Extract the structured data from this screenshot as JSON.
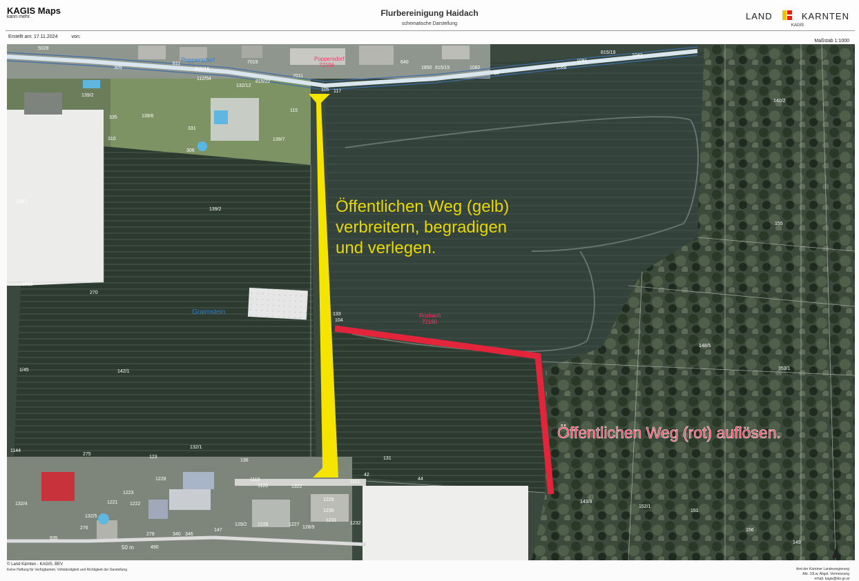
{
  "header": {
    "brand": "KAGIS Maps",
    "brand_sub": "kann mehr.",
    "title": "Flurbereinigung Haidach",
    "subtitle": "schematische Darstellung",
    "logo_left": "LAND",
    "logo_right": "KARNTEN",
    "logo_sub": "KAGIS",
    "created_label": "Erstellt am: 17.11.2024",
    "created_by": "von:",
    "scale": "Maßstab 1:1000"
  },
  "colors": {
    "yellow_path": "#f5e400",
    "red_path": "#e2253a",
    "yellow_text": "#e8d800",
    "red_text": "#ff2a4a",
    "place_blue": "#2d7fd6",
    "locality_red": "#ff3366"
  },
  "map": {
    "annotation_yellow": [
      "Öffentlichen Weg (gelb)",
      "verbreitern, begradigen",
      "und verlegen."
    ],
    "annotation_red": "Öffentlichen Weg (rot) auflösen.",
    "place_names": {
      "poppersdorf": "Poppersdorf",
      "graimstein": "Graimstein"
    },
    "localities": {
      "top_name": "Poppersdorf",
      "top_code": "72156",
      "mid_name": "Rosbach",
      "mid_code": "72160"
    },
    "scalebar_label": "50 m",
    "parcels": {
      "p5028": "5028",
      "p309": "309",
      "p811": "811",
      "p81516": "815/16",
      "p7019": "7019",
      "p7011": "7011",
      "p640": "640",
      "p1850": "1850",
      "p81515": "815/15",
      "p10": "10",
      "p1082": "1082",
      "p81519": "815/19",
      "p1042": "1042",
      "p1068": "1068",
      "p1081": "1081",
      "p11254": "112/54",
      "p13212": "132/12",
      "p81522": "815/22",
      "p115": "115",
      "p105": "105",
      "p117": "117",
      "p1392": "139/2",
      "p1396": "139/6",
      "p1397": "139/7",
      "p335": "335",
      "p331": "331",
      "p306": "306",
      "p310": "310",
      "p1402": "140/2",
      "p1391": "139/1",
      "p1392b": "139/2",
      "p1915": "1915",
      "p270": "270",
      "p155": "155",
      "p1485": "148/5",
      "p3531": "353/1",
      "p1421": "142/1",
      "p1321": "132/1",
      "p131": "131",
      "p1144": "1144",
      "p275": "275",
      "p123": "123",
      "p1119": "1119",
      "p1120": "1120",
      "p1229": "1229",
      "p1230": "1230",
      "p1231": "1231",
      "p1232": "1232",
      "p1223": "1223",
      "p1221": "1221",
      "p1222": "1222",
      "p1324": "132/4",
      "p1325": "132/5",
      "p1228": "1228",
      "p1226": "1226",
      "p1227": "1227",
      "p1289": "128/9",
      "p1292": "129/2",
      "p276": "276",
      "p278": "278",
      "p340": "340",
      "p346": "346",
      "p935": "935",
      "p490": "490",
      "p1439": "143/9",
      "p1521": "152/1",
      "p151": "151",
      "p156": "156",
      "p149": "149",
      "p147": "147",
      "p1111": "1111",
      "p1104": "104",
      "p133": "133",
      "p136": "136",
      "p1322": "1322",
      "p145": "1/45",
      "p42": "42",
      "p44": "44"
    }
  },
  "footer": {
    "left1": "© Land Kärnten - KAGIS, BEV",
    "left2": "Keine Haftung für Verfügbarkeit, Vollständigkeit und Richtigkeit der Darstellung",
    "right1": "Amt der Kärntner Landesregierung",
    "right2": "Abt. 10Lw, Abgst. Vermessung",
    "right3": "erhalt. kagis@ktn.gv.at"
  }
}
